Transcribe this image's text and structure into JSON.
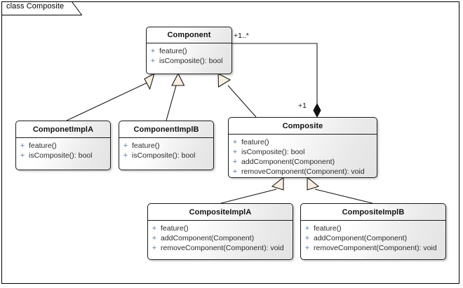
{
  "frame": {
    "label": "class Composite"
  },
  "classes": [
    {
      "id": "component",
      "name": "Component",
      "members": [
        {
          "visibility": "+",
          "signature": "feature()"
        },
        {
          "visibility": "+",
          "signature": "isComposite(): bool"
        }
      ]
    },
    {
      "id": "componet-impl-a",
      "name": "ComponetImplA",
      "members": [
        {
          "visibility": "+",
          "signature": "feature()"
        },
        {
          "visibility": "+",
          "signature": "isComposite(): bool"
        }
      ]
    },
    {
      "id": "component-impl-b",
      "name": "ComponentImplB",
      "members": [
        {
          "visibility": "+",
          "signature": "feature()"
        },
        {
          "visibility": "+",
          "signature": "isComposite(): bool"
        }
      ]
    },
    {
      "id": "composite",
      "name": "Composite",
      "members": [
        {
          "visibility": "+",
          "signature": "feature()"
        },
        {
          "visibility": "+",
          "signature": "isComposite(): bool"
        },
        {
          "visibility": "+",
          "signature": "addComponent(Component)"
        },
        {
          "visibility": "+",
          "signature": "removeComponent(Component): void"
        }
      ]
    },
    {
      "id": "composite-impl-a",
      "name": "CompositeImplA",
      "members": [
        {
          "visibility": "+",
          "signature": "feature()"
        },
        {
          "visibility": "+",
          "signature": "addComponent(Component)"
        },
        {
          "visibility": "+",
          "signature": "removeComponent(Component): void"
        }
      ]
    },
    {
      "id": "composite-impl-b",
      "name": "CompositeImplB",
      "members": [
        {
          "visibility": "+",
          "signature": "feature()"
        },
        {
          "visibility": "+",
          "signature": "addComponent(Component)"
        },
        {
          "visibility": "+",
          "signature": "removeComponent(Component): void"
        }
      ]
    }
  ],
  "associations": {
    "component_end_multiplicity": "+1..*",
    "composite_end_multiplicity": "+1"
  },
  "colors": {
    "line": "#1a1a1a",
    "arrow_fill": "#fbf0df",
    "visibility_marker": "#5878a8",
    "class_border": "#1a1a1a",
    "canvas_background": "#ffffff"
  }
}
